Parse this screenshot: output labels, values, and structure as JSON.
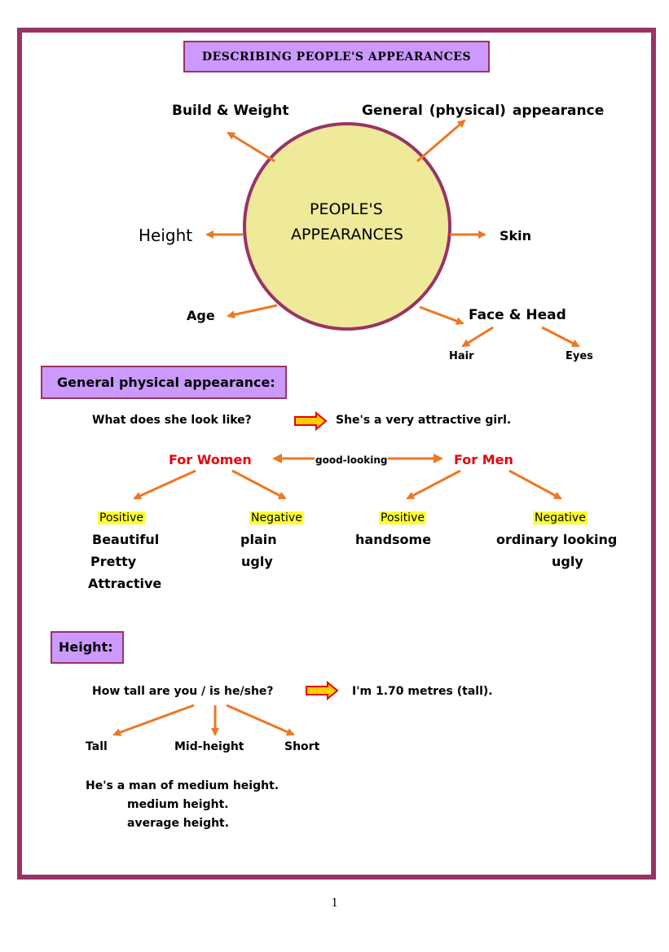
{
  "title": "DESCRIBING   PEOPLE'S   APPEARANCES",
  "center": {
    "line1": "PEOPLE'S",
    "line2": "APPEARANCES"
  },
  "branches": {
    "build_weight": "Build & Weight",
    "general": "General  (physical)  appearance",
    "height": "Height",
    "skin": "Skin",
    "age": "Age",
    "face_head": "Face &  Head",
    "hair": "Hair",
    "eyes": "Eyes"
  },
  "general_section": {
    "heading": "General physical appearance:",
    "question": "What  does  she  look  like?",
    "answer": "She's a very  attractive  girl.",
    "for_women": "For  Women",
    "good_looking": "good-looking",
    "for_men": "For  Men",
    "women_positive": "Positive",
    "women_negative": "Negative",
    "men_positive": "Positive",
    "men_negative": "Negative",
    "women_positive_words": [
      "Beautiful",
      "Pretty",
      "Attractive"
    ],
    "women_negative_words": [
      "plain",
      "ugly"
    ],
    "men_positive_words": [
      "handsome"
    ],
    "men_negative_words": [
      "ordinary looking",
      "ugly"
    ]
  },
  "height_section": {
    "heading": "Height:",
    "question": "How  tall  are you / is he/she?",
    "answer": "I'm  1.70  metres (tall).",
    "tall": "Tall",
    "mid": "Mid-height",
    "short": "Short",
    "examples": [
      "He's  a  man  of  medium height.",
      "medium  height.",
      "average  height."
    ]
  },
  "page_number": "1",
  "colors": {
    "border": "#993366",
    "box_fill": "#cc99ff",
    "arrow": "#ee7722",
    "circle_fill": "#eeea99",
    "highlight": "#ffff33",
    "red": "#e8000b"
  }
}
